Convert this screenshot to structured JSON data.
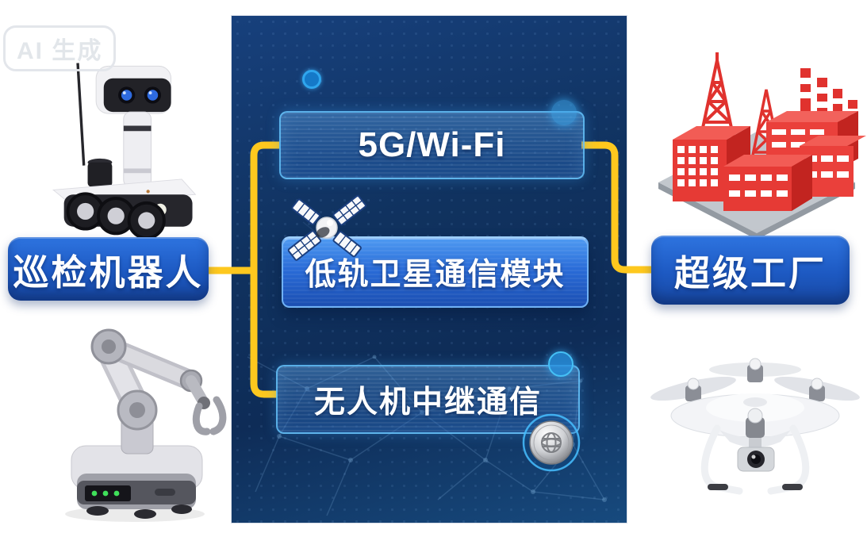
{
  "watermark": {
    "label": "AI 生成"
  },
  "left_node": {
    "label": "巡检机器人"
  },
  "right_node": {
    "label": "超级工厂"
  },
  "methods": {
    "wifi": {
      "label": "5G/Wi-Fi"
    },
    "satellite": {
      "label": "低轨卫星通信模块"
    },
    "drone": {
      "label": "无人机中继通信"
    }
  },
  "icons": {
    "satellite": "satellite-icon",
    "globe": "globe-icon"
  },
  "colors": {
    "connector_yellow": "#fec81e",
    "panel_navy": "#10325f",
    "method_box_blue": "#2a6cd8",
    "node_box_blue": "#1d59c2",
    "border_cyan": "#68c8ff",
    "factory_red": "#e63a35"
  }
}
